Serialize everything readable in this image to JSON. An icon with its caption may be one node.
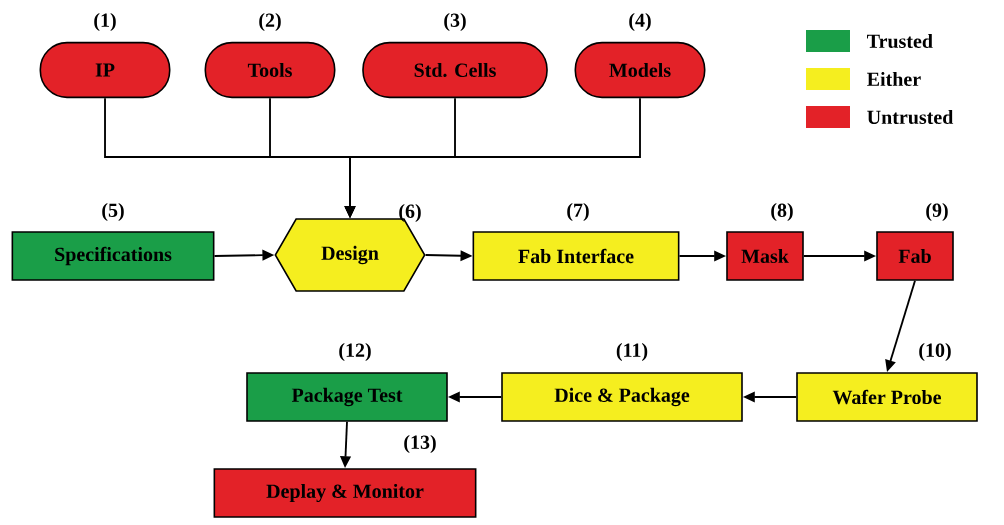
{
  "diagram": {
    "nodes": [
      {
        "text": [
          "IP"
        ],
        "beside": [
          "(1)"
        ]
      },
      {
        "text": [
          "Tools"
        ],
        "beside": [
          "(2)"
        ]
      },
      {
        "text": [
          "Std. Cells"
        ],
        "beside": [
          "(3)"
        ]
      },
      {
        "text": [
          "Models"
        ],
        "beside": [
          "(4)"
        ]
      },
      {
        "text": [
          "Specifications"
        ],
        "beside": [
          "(5)"
        ]
      },
      {
        "text": [
          "Design"
        ],
        "beside": [
          "(6)"
        ]
      },
      {
        "text": [
          "Fab Interface"
        ],
        "beside": [
          "(7)"
        ]
      },
      {
        "text": [
          "Mask"
        ],
        "beside": [
          "(8)"
        ]
      },
      {
        "text": [
          "Fab"
        ],
        "beside": [
          "(9)"
        ]
      },
      {
        "text": [
          "Wafer Probe"
        ],
        "beside": [
          "(10)"
        ]
      },
      {
        "text": [
          "Dice & Package"
        ],
        "beside": [
          "(11)"
        ]
      },
      {
        "text": [
          "Package Test"
        ],
        "beside": [
          "(12)"
        ]
      },
      {
        "text": [
          "Deplay & Monitor"
        ],
        "beside": [
          "(13)"
        ]
      }
    ],
    "edges": [
      {
        "from": 0,
        "to": 5,
        "arrow": "to"
      },
      {
        "from": 1,
        "to": 5,
        "arrow": "to"
      },
      {
        "from": 2,
        "to": 5,
        "arrow": "to"
      },
      {
        "from": 3,
        "to": 5,
        "arrow": "to"
      },
      {
        "from": 4,
        "to": 5,
        "arrow": "to"
      },
      {
        "from": 5,
        "to": 6,
        "arrow": "to"
      },
      {
        "from": 6,
        "to": 7,
        "arrow": "to"
      },
      {
        "from": 7,
        "to": 8,
        "arrow": "to"
      },
      {
        "from": 8,
        "to": 9,
        "arrow": "to"
      },
      {
        "from": 9,
        "to": 10,
        "arrow": "to"
      },
      {
        "from": 10,
        "to": 11,
        "arrow": "to"
      },
      {
        "from": 11,
        "to": 12,
        "arrow": "to"
      }
    ],
    "legend": [
      {
        "text": "Trusted",
        "color": "#1a9e48"
      },
      {
        "text": "Either",
        "color": "#f5ee1f"
      },
      {
        "text": "Untrusted",
        "color": "#e32228"
      }
    ]
  }
}
